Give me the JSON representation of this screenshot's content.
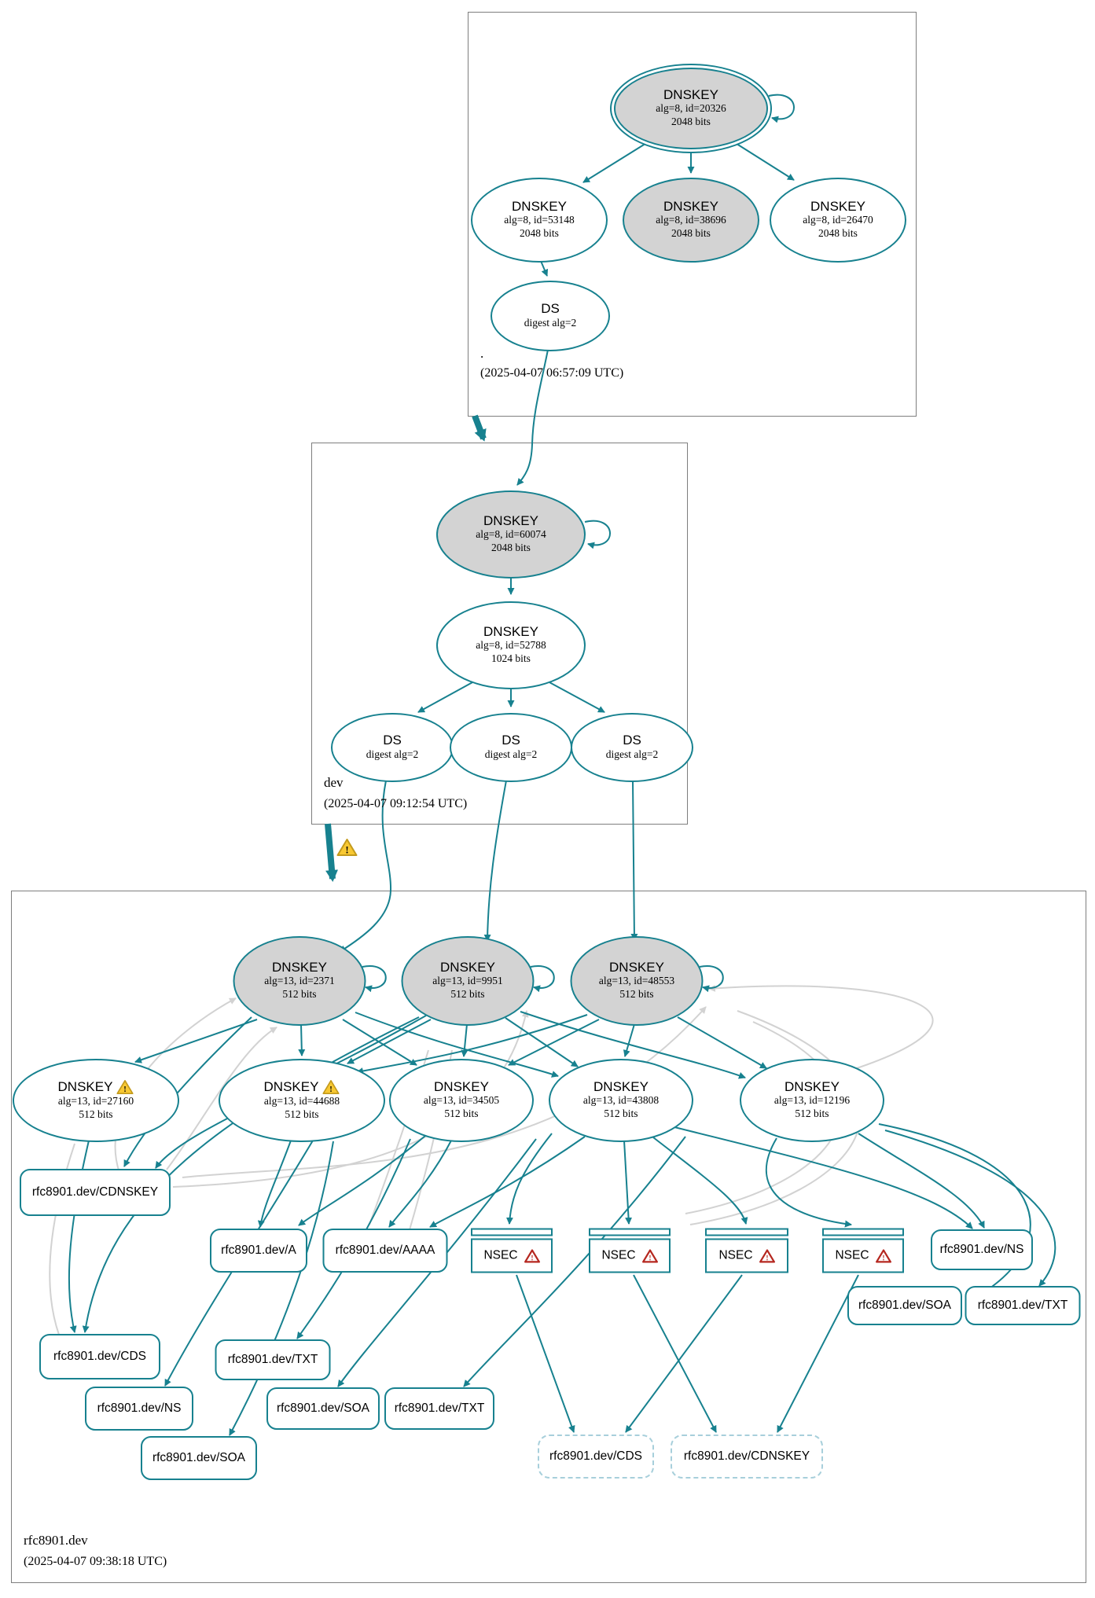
{
  "colors": {
    "edge_teal": "#17818F",
    "edge_gray": "#d2d2d2",
    "node_fill_gray": "#d3d3d3",
    "zone_border": "#7e7e7e",
    "dashed_border": "#a7cfdb",
    "warning_yellow": "#f8c832",
    "error_red": "#b5271f"
  },
  "icons": {
    "warning": "yellow-warning-triangle",
    "error": "red-error-triangle"
  },
  "zones": {
    "root": {
      "name": ".",
      "timestamp": "(2025-04-07 06:57:09 UTC)"
    },
    "dev": {
      "name": "dev",
      "timestamp": "(2025-04-07 09:12:54 UTC)"
    },
    "rfc8901": {
      "name": "rfc8901.dev",
      "timestamp": "(2025-04-07 09:38:18 UTC)"
    }
  },
  "nodes": {
    "root_ksk_20326": {
      "title": "DNSKEY",
      "alg": "alg=8, id=20326",
      "bits": "2048 bits"
    },
    "root_key_53148": {
      "title": "DNSKEY",
      "alg": "alg=8, id=53148",
      "bits": "2048 bits"
    },
    "root_key_38696": {
      "title": "DNSKEY",
      "alg": "alg=8, id=38696",
      "bits": "2048 bits"
    },
    "root_key_26470": {
      "title": "DNSKEY",
      "alg": "alg=8, id=26470",
      "bits": "2048 bits"
    },
    "root_ds": {
      "title": "DS",
      "alg": "digest alg=2"
    },
    "dev_ksk_60074": {
      "title": "DNSKEY",
      "alg": "alg=8, id=60074",
      "bits": "2048 bits"
    },
    "dev_key_52788": {
      "title": "DNSKEY",
      "alg": "alg=8, id=52788",
      "bits": "1024 bits"
    },
    "dev_ds": {
      "title": "DS",
      "alg": "digest alg=2"
    },
    "rfc_ksk_2371": {
      "title": "DNSKEY",
      "alg": "alg=13, id=2371",
      "bits": "512 bits"
    },
    "rfc_ksk_9951": {
      "title": "DNSKEY",
      "alg": "alg=13, id=9951",
      "bits": "512 bits"
    },
    "rfc_ksk_48553": {
      "title": "DNSKEY",
      "alg": "alg=13, id=48553",
      "bits": "512 bits"
    },
    "rfc_key_27160": {
      "title": "DNSKEY",
      "alg": "alg=13, id=27160",
      "bits": "512 bits"
    },
    "rfc_key_44688": {
      "title": "DNSKEY",
      "alg": "alg=13, id=44688",
      "bits": "512 bits"
    },
    "rfc_key_34505": {
      "title": "DNSKEY",
      "alg": "alg=13, id=34505",
      "bits": "512 bits"
    },
    "rfc_key_43808": {
      "title": "DNSKEY",
      "alg": "alg=13, id=43808",
      "bits": "512 bits"
    },
    "rfc_key_12196": {
      "title": "DNSKEY",
      "alg": "alg=13, id=12196",
      "bits": "512 bits"
    }
  },
  "rrsets": {
    "cdnskey": "rfc8901.dev/CDNSKEY",
    "a": "rfc8901.dev/A",
    "aaaa": "rfc8901.dev/AAAA",
    "nsec": "NSEC",
    "ns": "rfc8901.dev/NS",
    "soa": "rfc8901.dev/SOA",
    "txt": "rfc8901.dev/TXT",
    "cds": "rfc8901.dev/CDS",
    "cds_pending": "rfc8901.dev/CDS",
    "cdnskey_pending": "rfc8901.dev/CDNSKEY"
  }
}
